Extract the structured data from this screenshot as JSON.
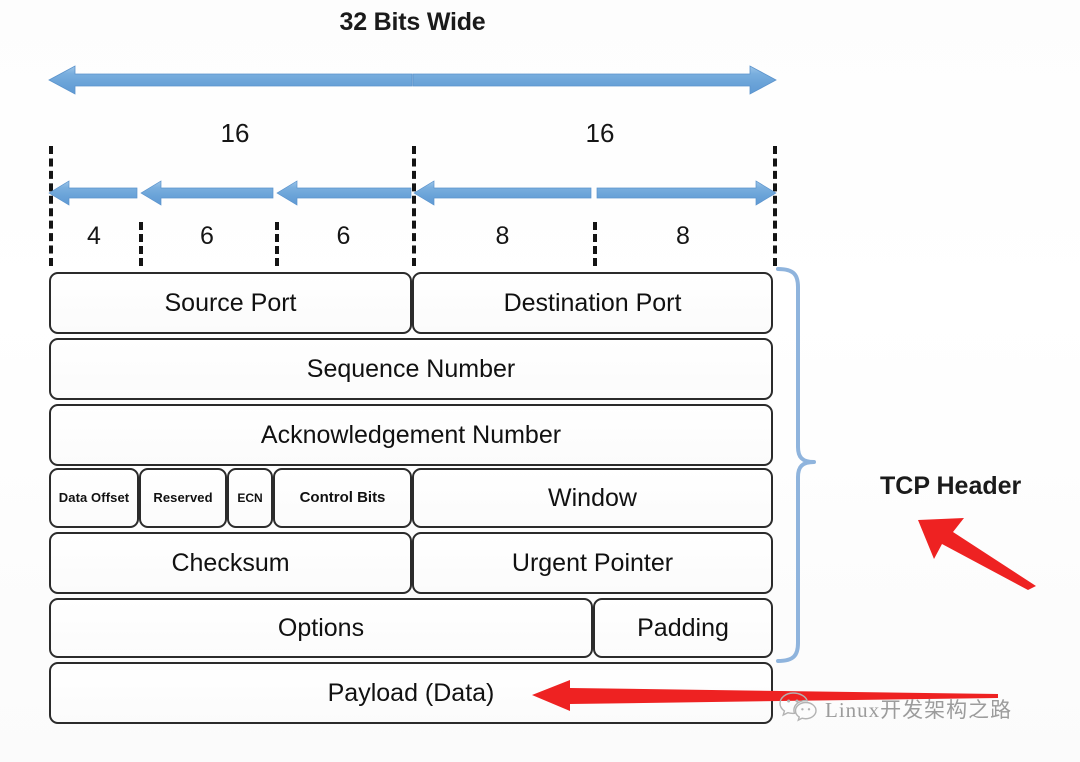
{
  "diagram": {
    "title": "32 Bits Wide",
    "ruler": {
      "half_labels": [
        "16",
        "16"
      ],
      "bit_labels": [
        "4",
        "6",
        "6",
        "8",
        "8"
      ]
    },
    "rows": [
      {
        "name": "ports",
        "cells": [
          {
            "label": "Source Port",
            "bits": 16
          },
          {
            "label": "Destination Port",
            "bits": 16
          }
        ]
      },
      {
        "name": "sequence",
        "cells": [
          {
            "label": "Sequence Number",
            "bits": 32
          }
        ]
      },
      {
        "name": "acknowledgement",
        "cells": [
          {
            "label": "Acknowledgement Number",
            "bits": 32
          }
        ]
      },
      {
        "name": "flags-window",
        "cells": [
          {
            "label": "Data Offset",
            "bits": 4
          },
          {
            "label": "Reserved",
            "bits": 3
          },
          {
            "label": "ECN",
            "bits": 3
          },
          {
            "label": "Control Bits",
            "bits": 6
          },
          {
            "label": "Window",
            "bits": 16
          }
        ]
      },
      {
        "name": "checksum-urgent",
        "cells": [
          {
            "label": "Checksum",
            "bits": 16
          },
          {
            "label": "Urgent Pointer",
            "bits": 16
          }
        ]
      },
      {
        "name": "options-padding",
        "cells": [
          {
            "label": "Options",
            "bits": 24
          },
          {
            "label": "Padding",
            "bits": 8
          }
        ]
      },
      {
        "name": "payload",
        "cells": [
          {
            "label": "Payload (Data)",
            "bits": 0
          }
        ]
      }
    ],
    "annotations": {
      "brace_label": "TCP Header",
      "payload_arrow": "red-arrow-pointing-to-payload",
      "header_arrow": "red-arrow-pointing-to-tcp-header"
    },
    "watermark": {
      "text": "Linux开发架构之路",
      "icon": "wechat-icon"
    },
    "colors": {
      "arrow_blue": "#6fa8dc",
      "brace_blue": "#8fb4dd",
      "annotation_red": "#ee2222",
      "box_border": "#2b2b2b",
      "text": "#111111",
      "watermark_gray": "#9c9c9c"
    }
  }
}
